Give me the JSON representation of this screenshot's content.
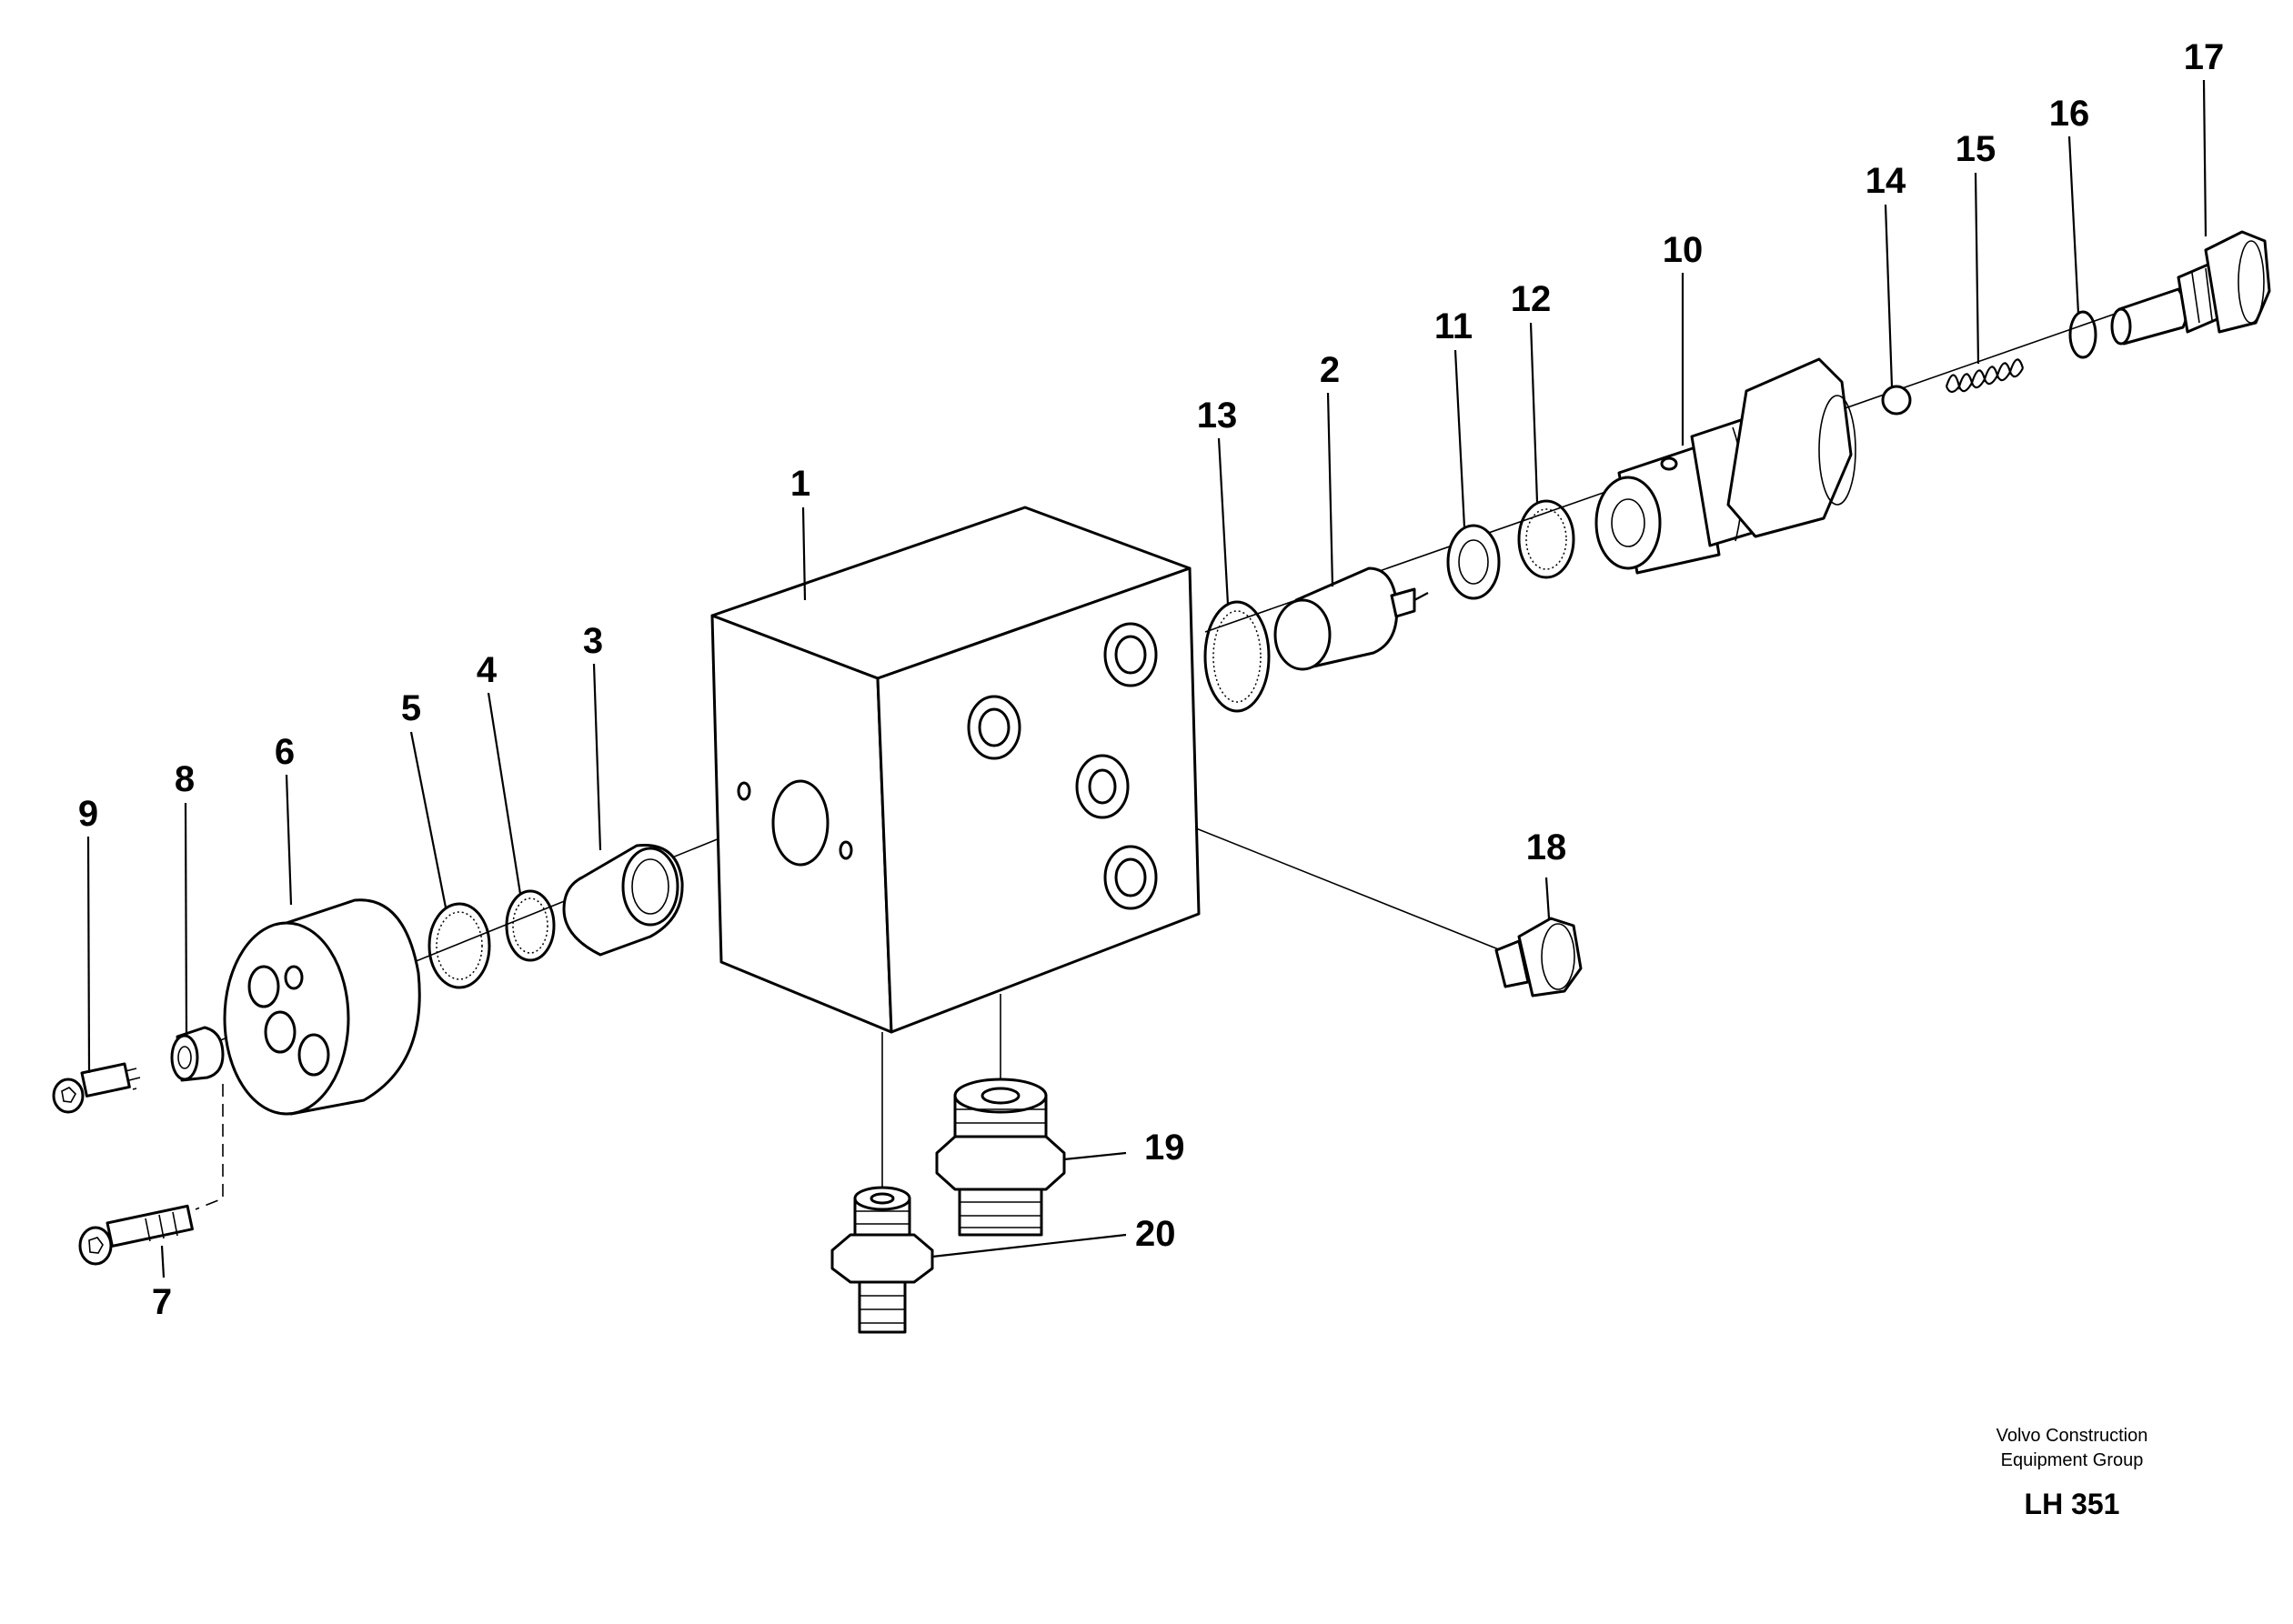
{
  "diagram": {
    "callouts": [
      {
        "id": "1",
        "label": "1"
      },
      {
        "id": "2",
        "label": "2"
      },
      {
        "id": "3",
        "label": "3"
      },
      {
        "id": "4",
        "label": "4"
      },
      {
        "id": "5",
        "label": "5"
      },
      {
        "id": "6",
        "label": "6"
      },
      {
        "id": "7",
        "label": "7"
      },
      {
        "id": "8",
        "label": "8"
      },
      {
        "id": "9",
        "label": "9"
      },
      {
        "id": "10",
        "label": "10"
      },
      {
        "id": "11",
        "label": "11"
      },
      {
        "id": "12",
        "label": "12"
      },
      {
        "id": "13",
        "label": "13"
      },
      {
        "id": "14",
        "label": "14"
      },
      {
        "id": "15",
        "label": "15"
      },
      {
        "id": "16",
        "label": "16"
      },
      {
        "id": "17",
        "label": "17"
      },
      {
        "id": "18",
        "label": "18"
      },
      {
        "id": "19",
        "label": "19"
      },
      {
        "id": "20",
        "label": "20"
      }
    ],
    "footer": {
      "company_line1": "Volvo Construction",
      "company_line2": "Equipment Group",
      "drawing_code": "LH 351"
    }
  }
}
